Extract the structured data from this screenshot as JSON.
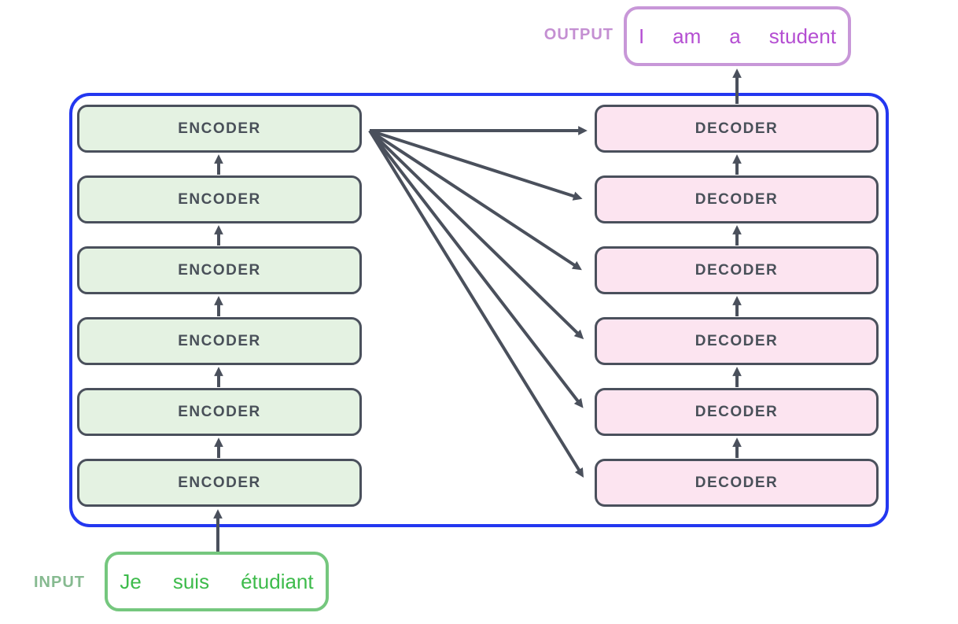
{
  "theme": {
    "page_bg": "#ffffff",
    "container_border": "#2337f0",
    "box_border": "#4a505c",
    "box_text": "#495059",
    "arrow_color": "#4a505c",
    "encoder_fill": "#e4f2e2",
    "decoder_fill": "#fce4f0",
    "input_border": "#75c77e",
    "input_text": "#3dbb4b",
    "input_label_color": "#86ba90",
    "output_border": "#c897d8",
    "output_text": "#b44ed2",
    "output_label_color": "#c48fd2"
  },
  "output": {
    "label": "OUTPUT",
    "words": [
      "I",
      "am",
      "a",
      "student"
    ]
  },
  "input": {
    "label": "INPUT",
    "words": [
      "Je",
      "suis",
      "étudiant"
    ]
  },
  "encoder_stack": {
    "items": [
      {
        "label": "ENCODER"
      },
      {
        "label": "ENCODER"
      },
      {
        "label": "ENCODER"
      },
      {
        "label": "ENCODER"
      },
      {
        "label": "ENCODER"
      },
      {
        "label": "ENCODER"
      }
    ]
  },
  "decoder_stack": {
    "items": [
      {
        "label": "DECODER"
      },
      {
        "label": "DECODER"
      },
      {
        "label": "DECODER"
      },
      {
        "label": "DECODER"
      },
      {
        "label": "DECODER"
      },
      {
        "label": "DECODER"
      }
    ]
  }
}
